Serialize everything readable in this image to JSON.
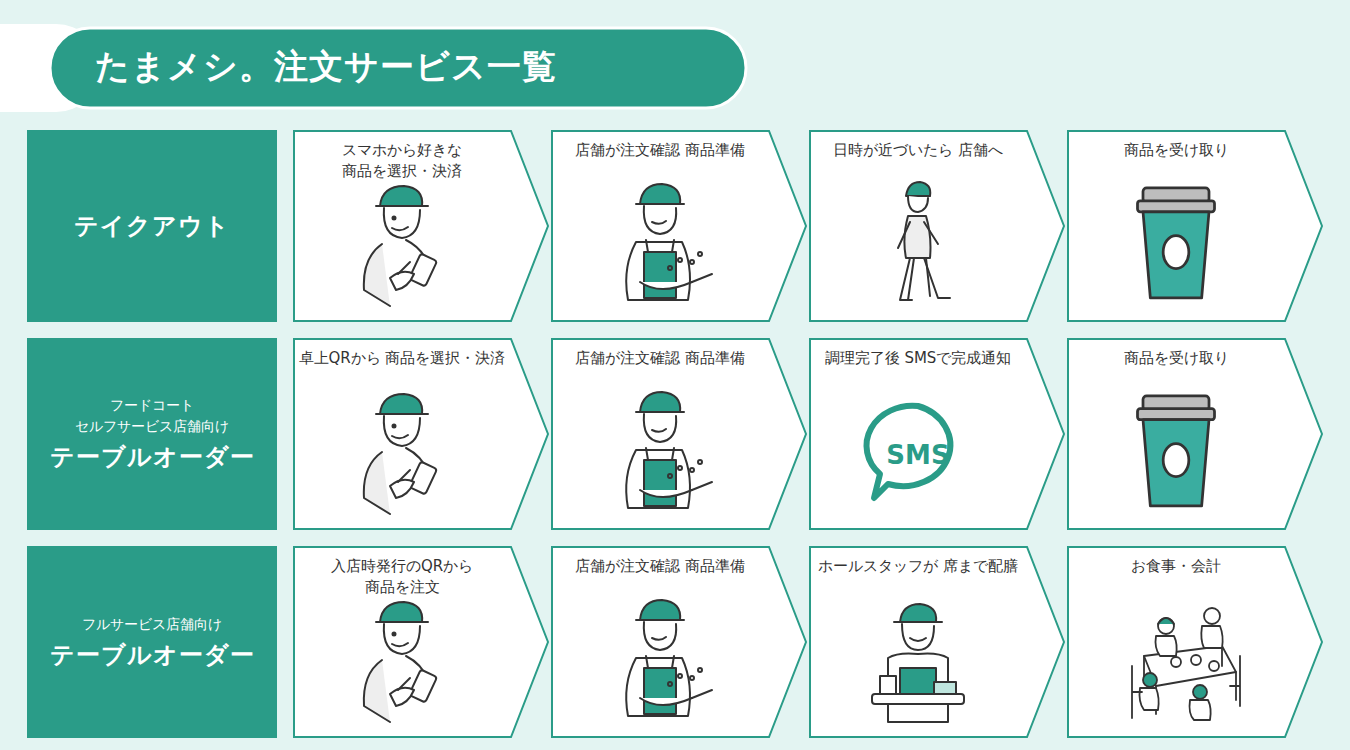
{
  "diagram": {
    "title": "たまメシ。注文サービス一覧",
    "nodes": [
      {
        "text": [
          "テイクアウト"
        ]
      },
      {
        "text": [
          "スマホから好きな 商品を選択・決済"
        ]
      },
      {
        "text": [
          "店舗が注文確認 商品準備"
        ]
      },
      {
        "text": [
          "日時が近づいたら 店舗へ"
        ]
      },
      {
        "text": [
          "商品を受け取り"
        ]
      },
      {
        "text": [
          "フードコート セルフサービス店舗向け",
          "テーブルオーダー"
        ]
      },
      {
        "text": [
          "卓上QRから 商品を選択・決済"
        ]
      },
      {
        "text": [
          "店舗が注文確認 商品準備"
        ]
      },
      {
        "text": [
          "調理完了後 SMSで完成通知"
        ]
      },
      {
        "text": [
          "商品を受け取り"
        ]
      },
      {
        "text": [
          "フルサービス店舗向け",
          "テーブルオーダー"
        ]
      },
      {
        "text": [
          "入店時発行のQRから 商品を注文"
        ]
      },
      {
        "text": [
          "店舗が注文確認 商品準備"
        ]
      },
      {
        "text": [
          "ホールスタッフが 席まで配膳"
        ]
      },
      {
        "text": [
          "お食事・会計"
        ]
      }
    ],
    "labels": [
      "SMS"
    ]
  }
}
